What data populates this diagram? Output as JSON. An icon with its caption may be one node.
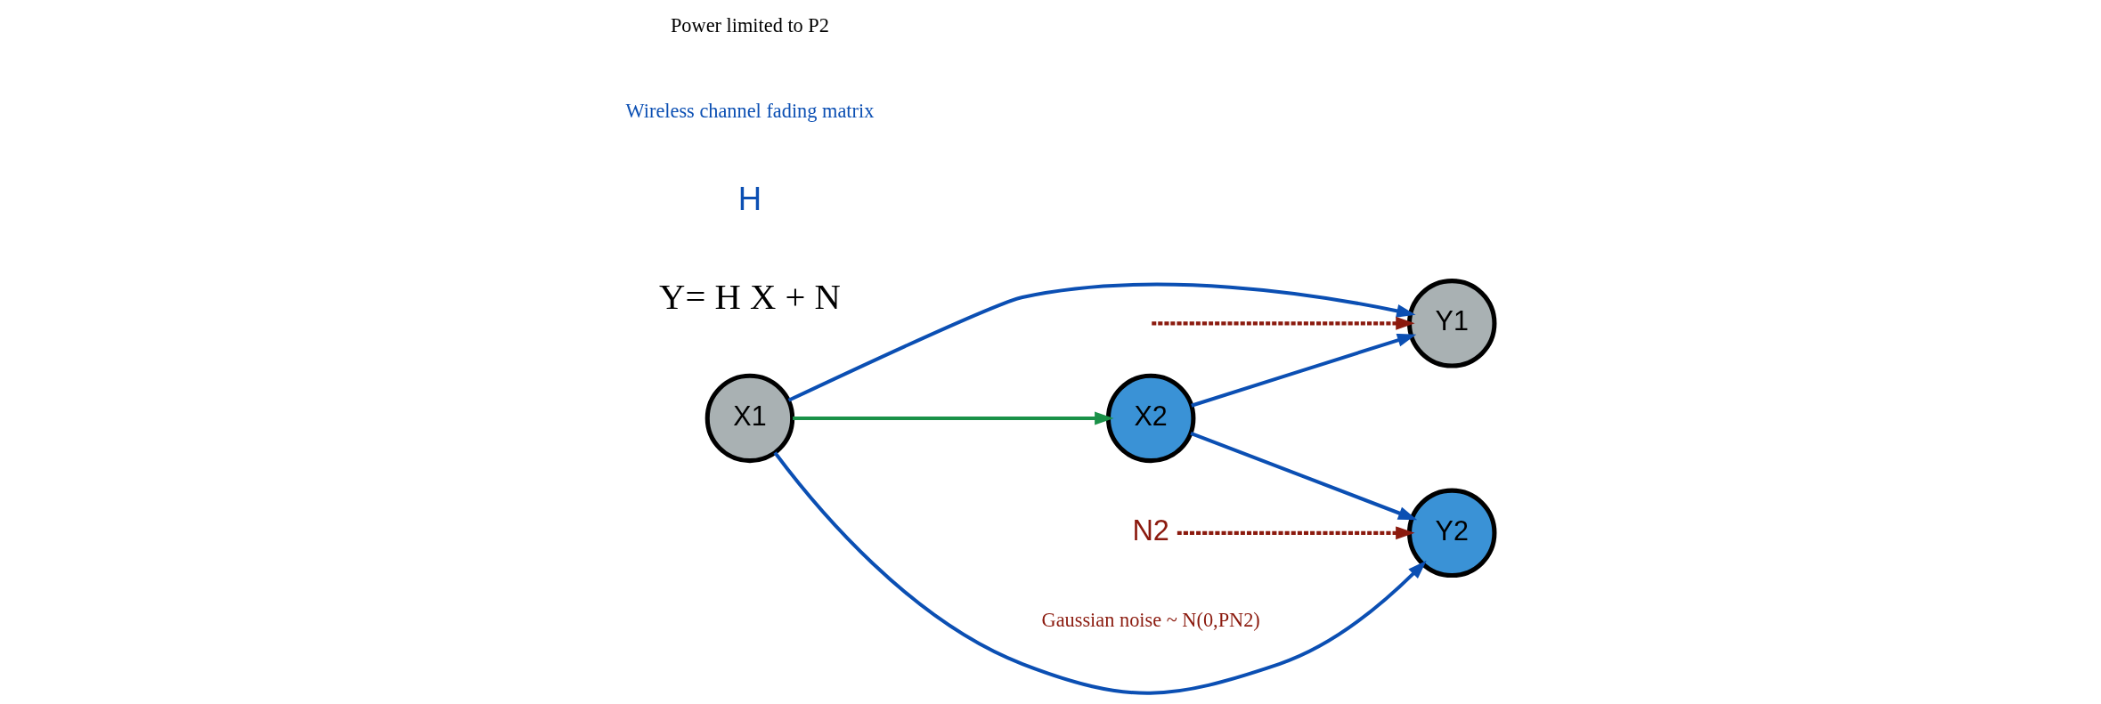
{
  "diagram": {
    "nodes": [
      {
        "text": [
          "X1"
        ]
      },
      {
        "text": [
          "Y1"
        ]
      },
      {
        "text": [
          "X2"
        ]
      },
      {
        "text": [
          "Y2"
        ]
      },
      {
        "text": [
          "N2"
        ],
        "beside": [
          "Gaussian noise ~ N(0,PN2)"
        ]
      }
    ],
    "edges": [
      {
        "from": 0,
        "to": 1,
        "arrow": "to"
      },
      {
        "from": 0,
        "to": 3,
        "arrow": "to"
      },
      {
        "from": 2,
        "to": 1,
        "arrow": "to"
      },
      {
        "from": 2,
        "to": 3,
        "arrow": "to"
      },
      {
        "from": 0,
        "to": 2,
        "arrow": "to",
        "color": "#1a9148"
      },
      {
        "from": null,
        "to": 1,
        "arrow": "to",
        "style": "dashed",
        "color": "#8b1a0e"
      },
      {
        "from": 4,
        "to": 3,
        "arrow": "to",
        "style": "dashed",
        "color": "#8b1a0e"
      }
    ],
    "labels": [
      "Y= H X + N",
      "H",
      "Wireless channel fading matrix",
      "Power limited to P2"
    ]
  }
}
